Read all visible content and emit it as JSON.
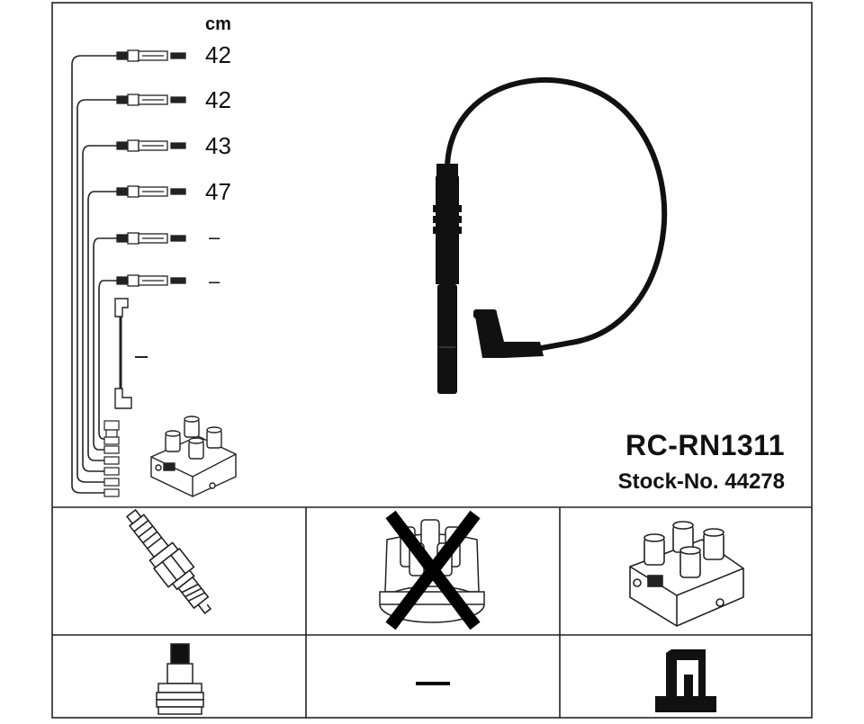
{
  "product": {
    "code": "RC-RN1311",
    "stock_number": "Stock-No. 44278"
  },
  "lengths": {
    "unit": "cm",
    "cables": [
      "42",
      "42",
      "43",
      "47",
      "–",
      "–"
    ],
    "coil_lead": "–"
  },
  "components": {
    "spark_plug": "spark-plug-icon",
    "distributor_cap": "distributor-cap-icon",
    "distributor_cap_applicable": false,
    "ignition_coil": "ignition-coil-icon",
    "spark_plug_end": "plug-connector-icon",
    "distributor_end": "–",
    "coil_end": "coil-connector-icon"
  }
}
